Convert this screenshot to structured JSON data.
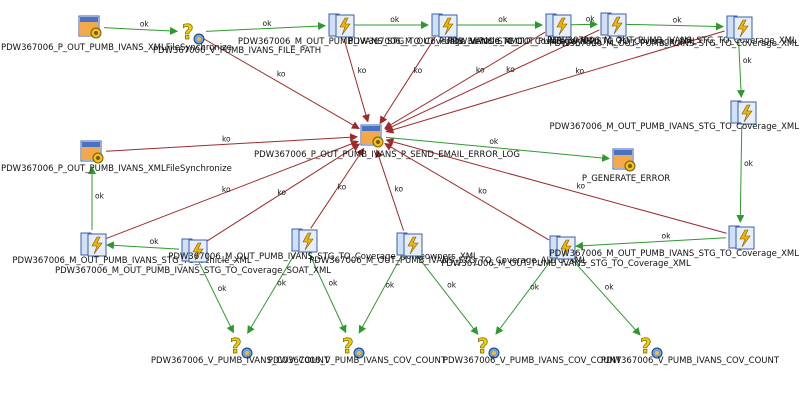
{
  "colors": {
    "ok_edge": "#2e9a2e",
    "ko_edge": "#9e2a2a",
    "node_border": "#3b5fa8"
  },
  "edge_labels": {
    "ok": "ok",
    "ko": "ko"
  },
  "nodes": {
    "n_start": {
      "kind": "session",
      "label": "PDW367006_P_OUT_PUMB_IVANS_XMLFileSynchronize"
    },
    "n_cond1": {
      "kind": "decision",
      "label": "PDW367006_V_PUMB_IVANS_FILE_PATH"
    },
    "n_m1": {
      "kind": "mapping",
      "label": "PDW367006_M_OUT_PUMB_IVANS_STG_TO_Coverage_Vehicle_XML"
    },
    "n_m2": {
      "kind": "mapping",
      "label": "PDW367006_M_OUT_PUMB_IVANS_STG_TO_Coverage_XML"
    },
    "n_m3": {
      "kind": "mapping",
      "label": "PDW367006_M_OUT_PUMB_IVANS_STG_TO_Coverage_XML"
    },
    "n_m4": {
      "kind": "mapping",
      "label": "PDW367006_M_OUT_PUMB_IVANS_STG_TO_Coverage_XML"
    },
    "n_r1": {
      "kind": "mapping",
      "label": "PDW367006_M_OUT_PUMB_IVANS_STG_TO_Coverage_XML"
    },
    "n_r2": {
      "kind": "mapping",
      "label": "PDW367006_M_OUT_PUMB_IVANS_STG_TO_Coverage_XML"
    },
    "n_email": {
      "kind": "session",
      "label": "PDW367006_P_OUT_PUMB_IVANS_P_SEND_EMAIL_ERROR_LOG"
    },
    "n_error": {
      "kind": "session",
      "label": "P_GENERATE_ERROR"
    },
    "n_sync": {
      "kind": "session",
      "label": "PDW367006_P_OUT_PUMB_IVANS_XMLFileSynchronize"
    },
    "n_l1": {
      "kind": "mapping",
      "label": "PDW367006_M_OUT_PUMB_IVANS_STG_TO_Vehicle_XML"
    },
    "n_b1": {
      "kind": "mapping",
      "label": "PDW367006_M_OUT_PUMB_IVANS_STG_TO_Coverage_SOAT_XML"
    },
    "n_b2": {
      "kind": "mapping",
      "label": "PDW367006_M_OUT_PUMB_IVANS_STG_TO_Coverage_Homeowners_XML"
    },
    "n_b3": {
      "kind": "mapping",
      "label": "PDW367006_M_OUT_PUMB_IVANS_STG_TO_Coverage_AUTO_XML"
    },
    "n_b4": {
      "kind": "mapping",
      "label": "PDW367006_M_OUT_PUMB_IVANS_STG_TO_Coverage_XML"
    },
    "n_r3": {
      "kind": "mapping",
      "label": "PDW367006_M_OUT_PUMB_IVANS_STG_TO_Coverage_XML"
    },
    "n_c1": {
      "kind": "decision",
      "label": "PDW367006_V_PUMB_IVANS_COV_COUNT"
    },
    "n_c2": {
      "kind": "decision",
      "label": "PDW367006_V_PUMB_IVANS_COV_COUNT"
    },
    "n_c3": {
      "kind": "decision",
      "label": "PDW367006_V_PUMB_IVANS_COV_COUNT"
    },
    "n_c4": {
      "kind": "decision",
      "label": "PDW367006_V_PUMB_IVANS_COV_COUNT"
    }
  },
  "edges": [
    {
      "from": "n_start",
      "to": "n_cond1",
      "type": "ok"
    },
    {
      "from": "n_cond1",
      "to": "n_m1",
      "type": "ok"
    },
    {
      "from": "n_m1",
      "to": "n_m2",
      "type": "ok"
    },
    {
      "from": "n_m2",
      "to": "n_m3",
      "type": "ok"
    },
    {
      "from": "n_m3",
      "to": "n_m4",
      "type": "ok"
    },
    {
      "from": "n_m4",
      "to": "n_r1",
      "type": "ok"
    },
    {
      "from": "n_r1",
      "to": "n_r2",
      "type": "ok"
    },
    {
      "from": "n_r2",
      "to": "n_r3",
      "type": "ok"
    },
    {
      "from": "n_cond1",
      "to": "n_email",
      "type": "ko"
    },
    {
      "from": "n_m1",
      "to": "n_email",
      "type": "ko"
    },
    {
      "from": "n_m2",
      "to": "n_email",
      "type": "ko"
    },
    {
      "from": "n_m3",
      "to": "n_email",
      "type": "ko"
    },
    {
      "from": "n_m4",
      "to": "n_email",
      "type": "ko"
    },
    {
      "from": "n_r1",
      "to": "n_email",
      "type": "ko"
    },
    {
      "from": "n_sync",
      "to": "n_email",
      "type": "ko"
    },
    {
      "from": "n_l1",
      "to": "n_email",
      "type": "ko"
    },
    {
      "from": "n_b1",
      "to": "n_email",
      "type": "ko"
    },
    {
      "from": "n_b2",
      "to": "n_email",
      "type": "ko"
    },
    {
      "from": "n_b3",
      "to": "n_email",
      "type": "ko"
    },
    {
      "from": "n_b4",
      "to": "n_email",
      "type": "ko"
    },
    {
      "from": "n_r3",
      "to": "n_email",
      "type": "ko"
    },
    {
      "from": "n_email",
      "to": "n_error",
      "type": "ok"
    },
    {
      "from": "n_l1",
      "to": "n_sync",
      "type": "ok"
    },
    {
      "from": "n_b1",
      "to": "n_l1",
      "type": "ok"
    },
    {
      "from": "n_r3",
      "to": "n_b4",
      "type": "ok"
    },
    {
      "from": "n_b1",
      "to": "n_c1",
      "type": "ok"
    },
    {
      "from": "n_b2",
      "to": "n_c1",
      "type": "ok"
    },
    {
      "from": "n_b2",
      "to": "n_c2",
      "type": "ok"
    },
    {
      "from": "n_b3",
      "to": "n_c2",
      "type": "ok"
    },
    {
      "from": "n_b3",
      "to": "n_c3",
      "type": "ok"
    },
    {
      "from": "n_b4",
      "to": "n_c3",
      "type": "ok"
    },
    {
      "from": "n_b4",
      "to": "n_c4",
      "type": "ok"
    }
  ]
}
